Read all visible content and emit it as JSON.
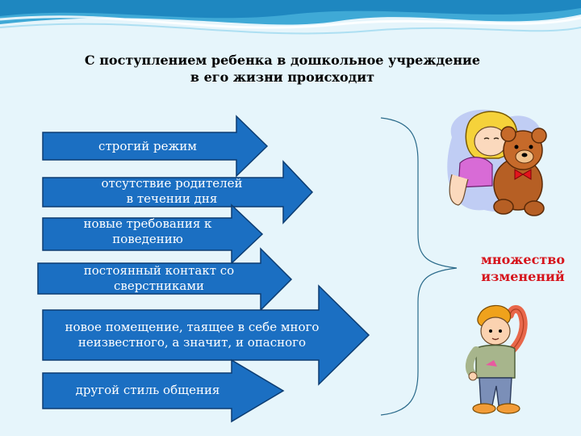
{
  "title_line1": "С поступлением ребенка в дошкольное учреждение",
  "title_line2": "в его жизни происходит",
  "arrows": [
    {
      "line1": "строгий режим",
      "line2": ""
    },
    {
      "line1": "отсутствие родителей",
      "line2": "в течении дня"
    },
    {
      "line1": "новые требования к",
      "line2": "поведению"
    },
    {
      "line1": "постоянный контакт со",
      "line2": "сверстниками"
    },
    {
      "line1": "новое помещение, таящее в себе много",
      "line2": "неизвестного, а значит, и опасного"
    },
    {
      "line1": "другой стиль общения",
      "line2": ""
    }
  ],
  "result_line1": "множество",
  "result_line2": "изменений",
  "colors": {
    "arrow_fill": "#1b6fc2",
    "arrow_stroke": "#0d3d72",
    "accent_red": "#d6141c",
    "background": "#e6f5fb"
  },
  "icons": [
    "girl-with-teddy-bear-icon",
    "boy-scratching-head-icon"
  ]
}
